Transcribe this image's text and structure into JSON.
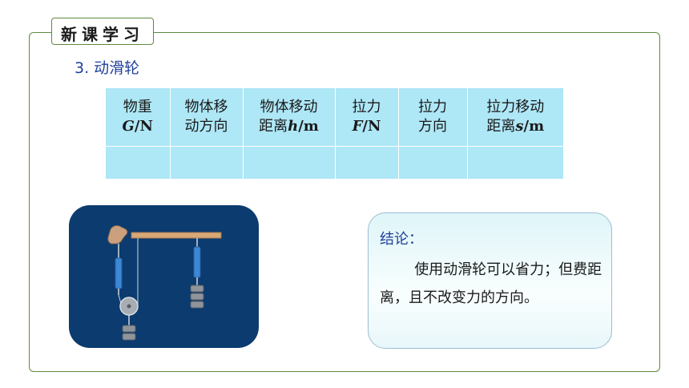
{
  "section_tag": "新课学习",
  "subtitle": "3. 动滑轮",
  "table": {
    "columns": [
      {
        "line1": "物重",
        "sym": "G",
        "unit": "/N"
      },
      {
        "line1": "物体移",
        "line2": "动方向"
      },
      {
        "line1": "物体移动",
        "line2_prefix": "距离",
        "sym": "h",
        "unit": "/m"
      },
      {
        "line1": "拉力",
        "sym": "F",
        "unit": "/N"
      },
      {
        "line1": "拉力",
        "line2": "方向"
      },
      {
        "line1": "拉力移动",
        "line2_prefix": "距离",
        "sym": "s",
        "unit": "/m"
      }
    ],
    "row_values": [
      "",
      "",
      "",
      "",
      "",
      ""
    ]
  },
  "conclusion": {
    "title": "结论：",
    "body": "使用动滑轮可以省力；但费距离，且不改变力的方向。"
  },
  "colors": {
    "frame": "#5e8a3c",
    "table_fill": "#aee7f6",
    "photo_background": "#0b3b6f",
    "heading_text": "#1f3f9a"
  }
}
